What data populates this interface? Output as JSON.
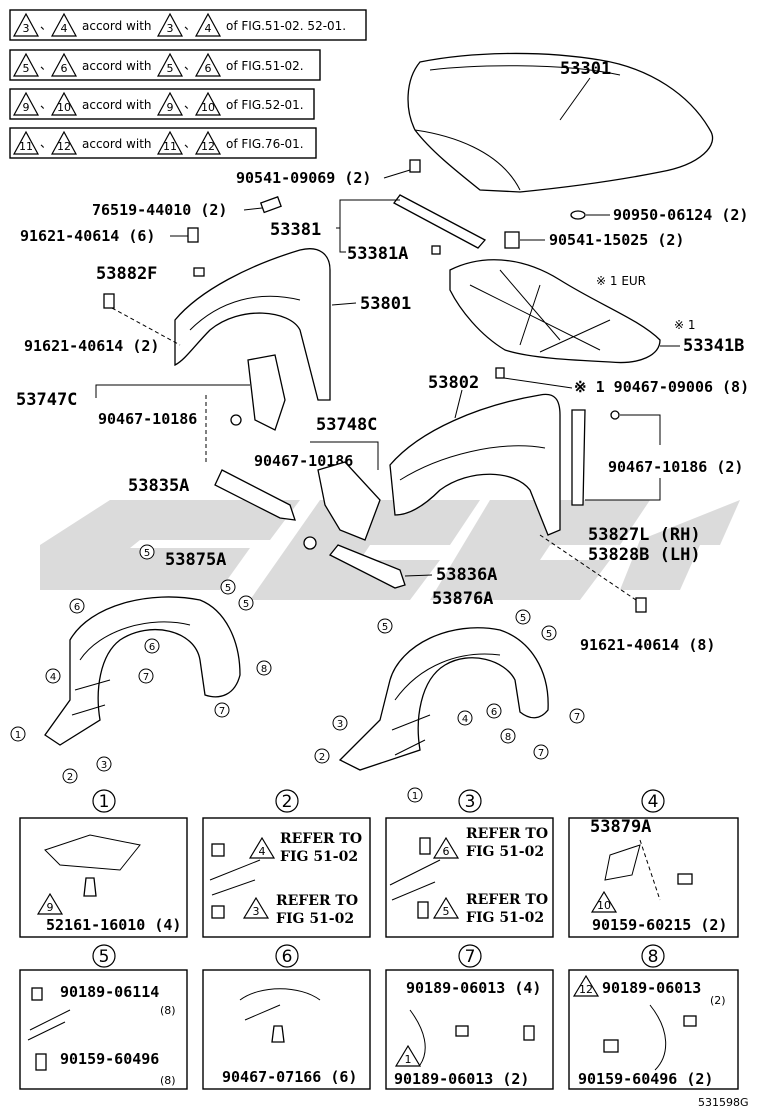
{
  "notes": [
    {
      "a": "3",
      "b": "4",
      "c": "3",
      "d": "4",
      "tail": "of FIG.51-02. 52-01.",
      "mid": "accord with"
    },
    {
      "a": "5",
      "b": "6",
      "c": "5",
      "d": "6",
      "tail": "of FIG.51-02.",
      "mid": "accord with"
    },
    {
      "a": "9",
      "b": "10",
      "c": "9",
      "d": "10",
      "tail": "of FIG.52-01.",
      "mid": "accord with"
    },
    {
      "a": "11",
      "b": "12",
      "c": "11",
      "d": "12",
      "tail": "of FIG.76-01.",
      "mid": "accord with"
    }
  ],
  "parts": {
    "p53301": "53301",
    "p90541_09069": "90541-09069 (2)",
    "p90950": "90950-06124 (2)",
    "p76519": "76519-44010 (2)",
    "p91621_a": "91621-40614 (6)",
    "p53381": "53381",
    "p53381A": "53381A",
    "p90541_15025": "90541-15025 (2)",
    "p53882F": "53882F",
    "p53801": "53801",
    "eur": "※ 1  EUR",
    "star1": "※ 1",
    "p53341B": "53341B",
    "p91621_b": "91621-40614 (2)",
    "p53802": "53802",
    "p90467_09006": "※ 1 90467-09006 (8)",
    "p53747C": "53747C",
    "p90467_10186_a": "90467-10186",
    "p53748C": "53748C",
    "p90467_10186_b": "90467-10186",
    "p90467_10186_c": "90467-10186 (2)",
    "p53835A": "53835A",
    "p53827L": "53827L (RH)",
    "p53828B": "53828B (LH)",
    "p53875A": "53875A",
    "p53836A": "53836A",
    "p53876A": "53876A",
    "p91621_c": "91621-40614 (8)"
  },
  "details": {
    "d1": {
      "num": "1",
      "tri": "9",
      "part": "52161-16010 (4)"
    },
    "d2": {
      "num": "2",
      "tri1": "4",
      "tri2": "3",
      "ref1a": "REFER TO",
      "ref1b": "FIG 51-02",
      "ref2a": "REFER TO",
      "ref2b": "FIG 51-02"
    },
    "d3": {
      "num": "3",
      "tri1": "6",
      "tri2": "5",
      "ref1a": "REFER TO",
      "ref1b": "FIG 51-02",
      "ref2a": "REFER TO",
      "ref2b": "FIG 51-02"
    },
    "d4": {
      "num": "4",
      "part1": "53879A",
      "tri": "10",
      "part2": "90159-60215 (2)"
    },
    "d5": {
      "num": "5",
      "part1": "90189-06114",
      "qty1": "(8)",
      "part2": "90159-60496",
      "qty2": "(8)"
    },
    "d6": {
      "num": "6",
      "part": "90467-07166 (6)"
    },
    "d7": {
      "num": "7",
      "part1": "90189-06013 (4)",
      "tri": "1",
      "part2": "90189-06013 (2)"
    },
    "d8": {
      "num": "8",
      "tri": "12",
      "part1": "90189-06013",
      "qty1": "(2)",
      "part2": "90159-60496 (2)"
    }
  },
  "footer": {
    "code": "531598G"
  },
  "colors": {
    "line": "#000000",
    "watermark": "#bdbdbd",
    "background": "#ffffff"
  }
}
